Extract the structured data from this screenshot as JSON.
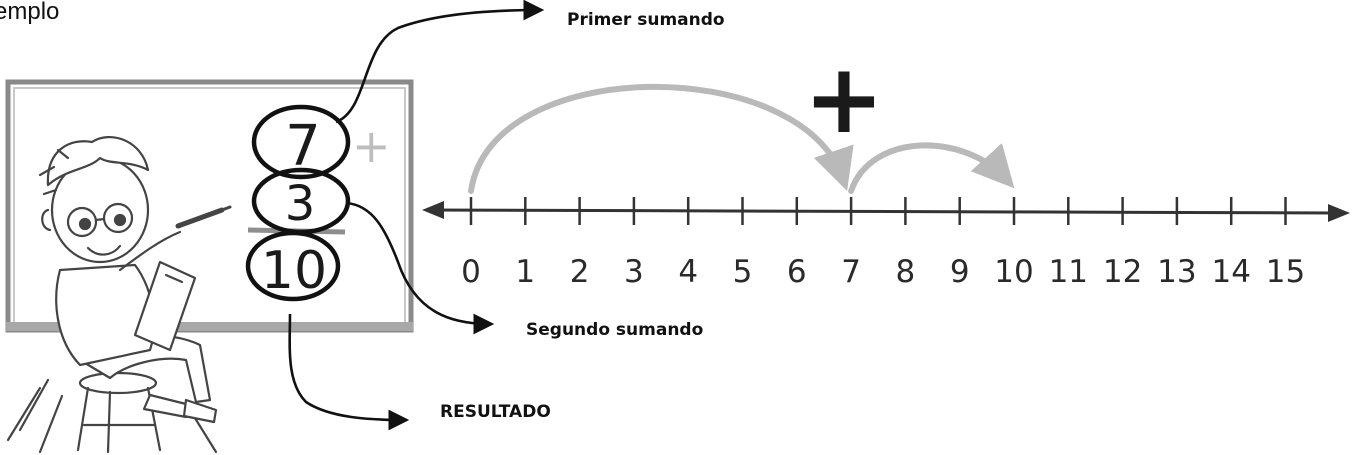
{
  "heading": "emplo",
  "labels": {
    "first_addend": "Primer sumando",
    "second_addend": "Segundo sumando",
    "result": "RESULTADO"
  },
  "operation": {
    "first": "7",
    "second": "3",
    "result": "10",
    "board_plus": "+",
    "big_plus": "+"
  },
  "number_line": {
    "ticks": [
      "0",
      "1",
      "2",
      "3",
      "4",
      "5",
      "6",
      "7",
      "8",
      "9",
      "10",
      "11",
      "12",
      "13",
      "14",
      "15"
    ],
    "start": 0,
    "jumps": [
      {
        "from": 0,
        "to": 7
      },
      {
        "from": 7,
        "to": 10
      }
    ]
  },
  "colors": {
    "ink": "#1a1a1a",
    "arc": "#b9b9b9",
    "board_frame": "#8a8a8a"
  }
}
